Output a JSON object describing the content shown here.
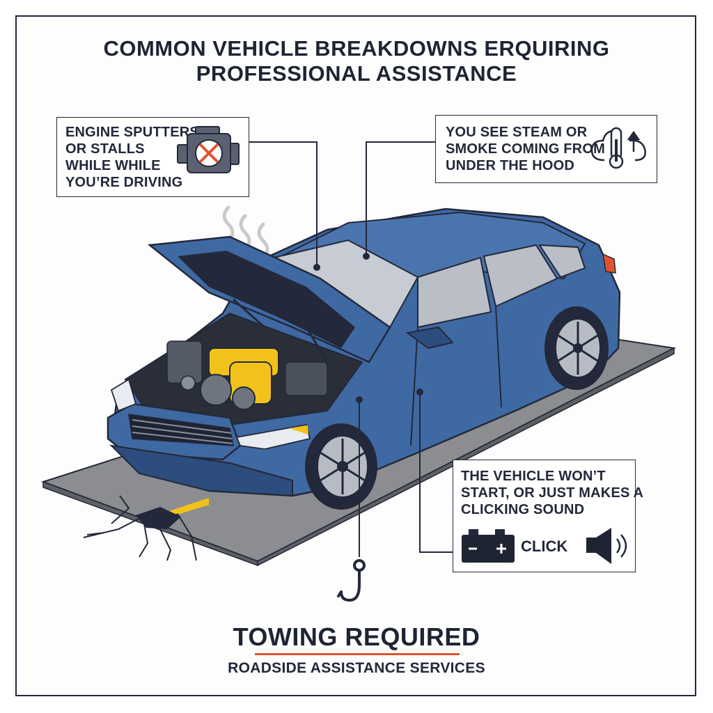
{
  "title": {
    "line1": "COMMON VEHICLE BREAKDOWNS ERQUIRING",
    "line2": "PROFESSIONAL ASSISTANCE"
  },
  "callouts": {
    "engine": {
      "lines": [
        "ENGINE SPUTTERS",
        "OR STALLS",
        "WHILE WHILE",
        "YOU’RE DRIVING"
      ],
      "icon": "engine-warning-icon"
    },
    "steam": {
      "lines": [
        "YOU SEE STEAM OR",
        "SMOKE COMING FROM",
        "UNDER THE HOOD"
      ],
      "icon": "overheat-thermometer-icon"
    },
    "start": {
      "lines": [
        "THE VEHICLE WON’T",
        "START, OR JUST MAKES A",
        "CLICKING SOUND"
      ],
      "click_label": "CLICK",
      "icons": [
        "battery-icon",
        "speaker-icon"
      ]
    }
  },
  "footer": {
    "title": "TOWING REQUIRED",
    "subtitle": "ROADSIDE ASSISTANCE SERVICES"
  },
  "colors": {
    "car_body": "#3f69a3",
    "car_dark": "#2c4d7d",
    "ink": "#23283a",
    "accent_red": "#e0532f",
    "road": "#8c8d90",
    "yellow": "#f2c21b"
  }
}
